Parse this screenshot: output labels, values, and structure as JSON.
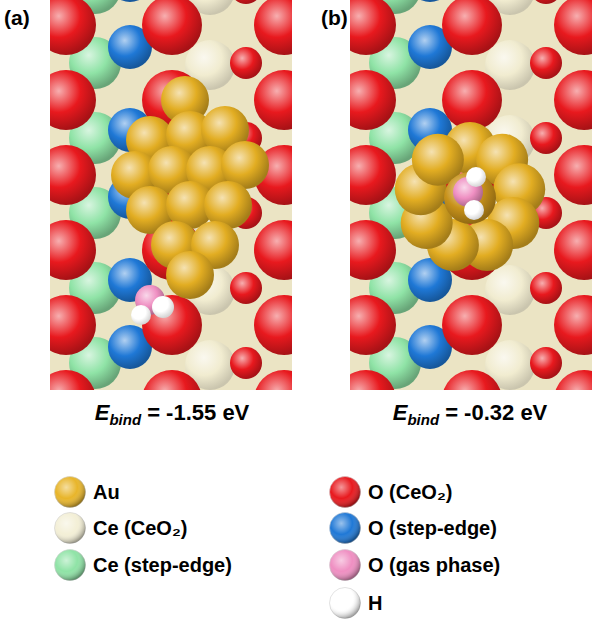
{
  "diagram": {
    "labels": [
      "(a)",
      "(b)",
      "E",
      "bind",
      "= -1.55 eV",
      "E",
      "bind",
      "= -0.32 eV"
    ],
    "legend": [
      {
        "text": "Au",
        "color": "#e8b52a"
      },
      {
        "text": "Ce (CeO₂)",
        "color": "#f3efd6"
      },
      {
        "text": "Ce (step-edge)",
        "color": "#8fe3a6"
      },
      {
        "text": "O (CeO₂)",
        "color": "#e8191e"
      },
      {
        "text": "O (step-edge)",
        "color": "#1f78d6"
      },
      {
        "text": "O (gas phase)",
        "color": "#ef8fc2"
      },
      {
        "text": "H",
        "color": "#ffffff"
      }
    ]
  }
}
